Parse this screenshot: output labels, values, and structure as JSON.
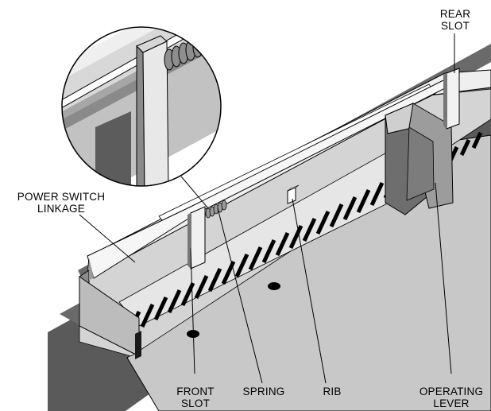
{
  "labels": {
    "rear_slot": [
      "REAR",
      "SLOT"
    ],
    "power_switch_linkage": [
      "POWER SWITCH",
      "LINKAGE"
    ],
    "front_slot": [
      "FRONT",
      "SLOT"
    ],
    "spring": "SPRING",
    "rib": "RIB",
    "operating_lever": [
      "OPERATING",
      "LEVER"
    ]
  },
  "colors": {
    "dark_gray": "#5a5a5a",
    "mid_gray": "#8c8c8c",
    "light_gray": "#c6c6c6",
    "pale_gray": "#e2e2e2",
    "line": "#000000",
    "background": "#ffffff"
  }
}
